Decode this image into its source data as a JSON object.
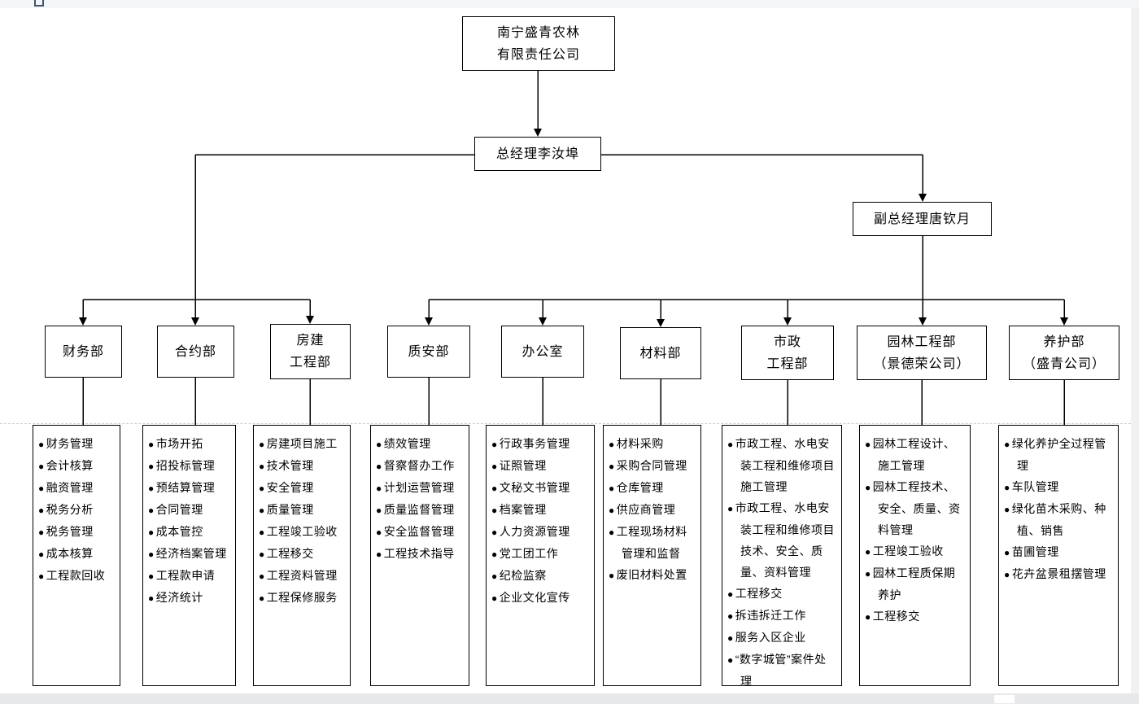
{
  "page": {
    "background": "#ffffff",
    "top_strip_color": "#f4f5f7",
    "bottom_strip_color": "#e7e8ea",
    "line_color": "#000000",
    "bullet_icon": "●"
  },
  "chart": {
    "root": {
      "lines": [
        "南宁盛青农林",
        "有限责任公司"
      ]
    },
    "general_manager": {
      "label": "总经理李汝埠"
    },
    "deputy_general_manager": {
      "label": "副总经理唐钦月"
    },
    "departments": [
      {
        "name": "财务部",
        "name_lines": [
          "财务部"
        ],
        "duties": [
          "财务管理",
          "会计核算",
          "融资管理",
          "税务分析",
          "税务管理",
          "成本核算",
          "工程款回收"
        ]
      },
      {
        "name": "合约部",
        "name_lines": [
          "合约部"
        ],
        "duties": [
          "市场开拓",
          "招投标管理",
          "预结算管理",
          "合同管理",
          "成本管控",
          "经济档案管理",
          "工程款申请",
          "经济统计"
        ]
      },
      {
        "name": "房建工程部",
        "name_lines": [
          "房建",
          "工程部"
        ],
        "duties": [
          "房建项目施工",
          "技术管理",
          "安全管理",
          "质量管理",
          "工程竣工验收",
          "工程移交",
          "工程资料管理",
          "工程保修服务"
        ]
      },
      {
        "name": "质安部",
        "name_lines": [
          "质安部"
        ],
        "duties": [
          "绩效管理",
          "督察督办工作",
          "计划运营管理",
          "质量监督管理",
          "安全监督管理",
          "工程技术指导"
        ]
      },
      {
        "name": "办公室",
        "name_lines": [
          "办公室"
        ],
        "duties": [
          "行政事务管理",
          "证照管理",
          "文秘文书管理",
          "档案管理",
          "人力资源管理",
          "党工团工作",
          "纪检监察",
          "企业文化宣传"
        ]
      },
      {
        "name": "材料部",
        "name_lines": [
          "材料部"
        ],
        "duties": [
          "材料采购",
          "采购合同管理",
          "仓库管理",
          "供应商管理",
          "工程现场材料管理和监督",
          "废旧材料处置"
        ]
      },
      {
        "name": "市政工程部",
        "name_lines": [
          "市政",
          "工程部"
        ],
        "duties": [
          "市政工程、水电安装工程和维修项目施工管理",
          "市政工程、水电安装工程和维修项目技术、安全、质量、资料管理",
          "工程移交",
          "拆违拆迁工作",
          "服务入区企业",
          "“数字城管”案件处理"
        ]
      },
      {
        "name": "园林工程部（景德荣公司）",
        "name_lines": [
          "园林工程部",
          "（景德荣公司）"
        ],
        "duties": [
          "园林工程设计、施工管理",
          "园林工程技术、安全、质量、资料管理",
          "工程竣工验收",
          "园林工程质保期养护",
          "工程移交"
        ]
      },
      {
        "name": "养护部（盛青公司）",
        "name_lines": [
          "养护部",
          "（盛青公司）"
        ],
        "duties": [
          "绿化养护全过程管理",
          "车队管理",
          "绿化苗木采购、种植、销售",
          "苗圃管理",
          "花卉盆景租摆管理"
        ]
      }
    ]
  }
}
